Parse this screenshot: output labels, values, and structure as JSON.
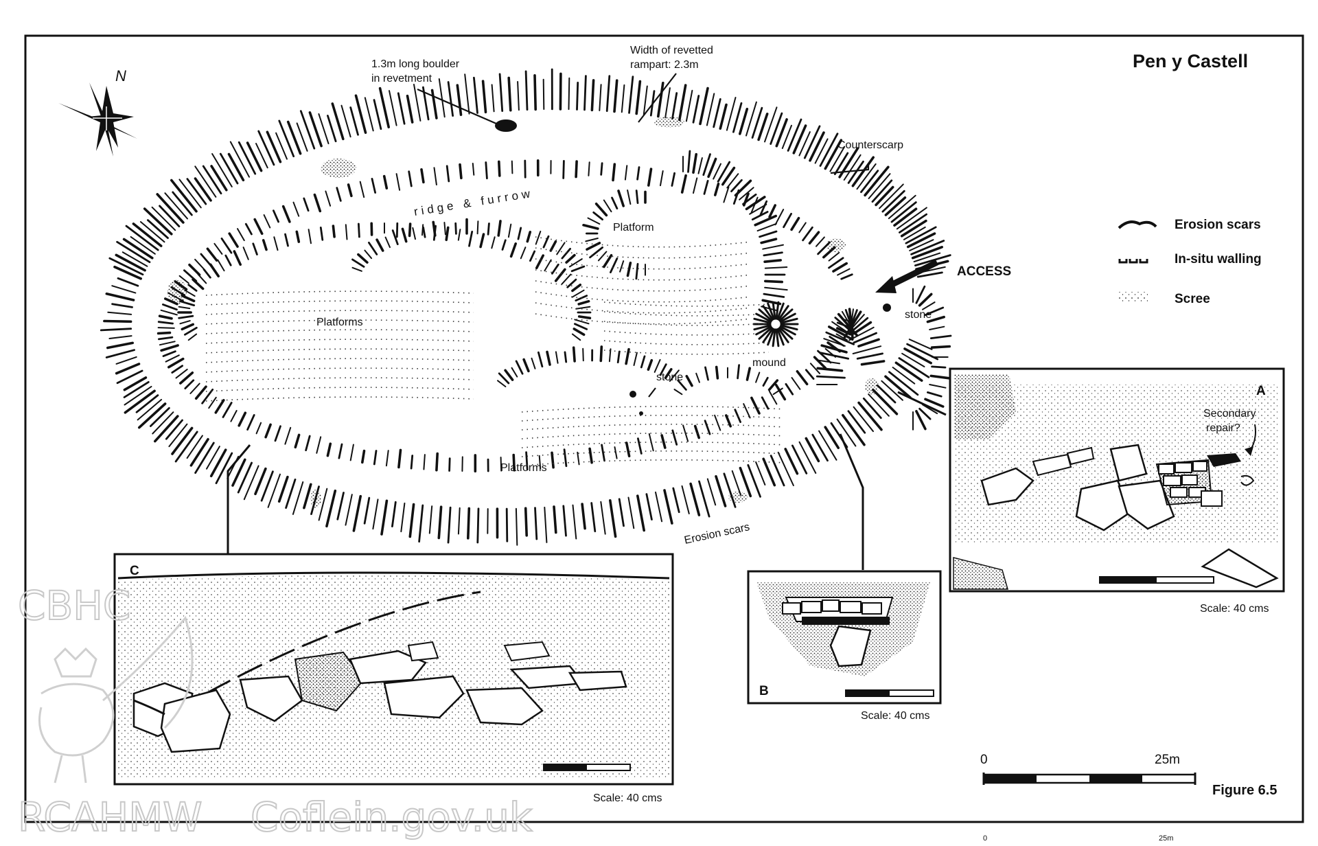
{
  "title": "Pen y Castell",
  "figure_label": "Figure 6.5",
  "north": "N",
  "annotations": {
    "boulder_line1": "1.3m long boulder",
    "boulder_line2": "in revetment",
    "rampart_line1": "Width of revetted",
    "rampart_line2": "rampart: 2.3m",
    "counterscarp": "Counterscarp",
    "ridge_furrow": "ridge & furrow",
    "platform_ne": "Platform",
    "platforms_w": "Platforms",
    "platforms_s": "Platforms",
    "stone_center": "stone",
    "stone_access": "stone",
    "mound": "mound",
    "access": "ACCESS",
    "erosion_scars": "Erosion scars"
  },
  "legend": [
    {
      "label": "Erosion scars",
      "symbol": "erosion"
    },
    {
      "label": "In-situ walling",
      "symbol": "walling"
    },
    {
      "label": "Scree",
      "symbol": "scree"
    }
  ],
  "insets": {
    "a": {
      "letter": "A",
      "note_line1": "Secondary",
      "note_line2": "repair?",
      "scale": "Scale: 40 cms"
    },
    "b": {
      "letter": "B",
      "scale": "Scale: 40 cms"
    },
    "c": {
      "letter": "C",
      "scale": "Scale: 40 cms"
    }
  },
  "scale_bar": {
    "start": "0",
    "end": "25m"
  },
  "faint_scale": {
    "start": "0",
    "end": "25m"
  },
  "watermark": {
    "top": "CBHC",
    "bottom": "RCAHMW",
    "site": "Coflein.gov.uk"
  }
}
